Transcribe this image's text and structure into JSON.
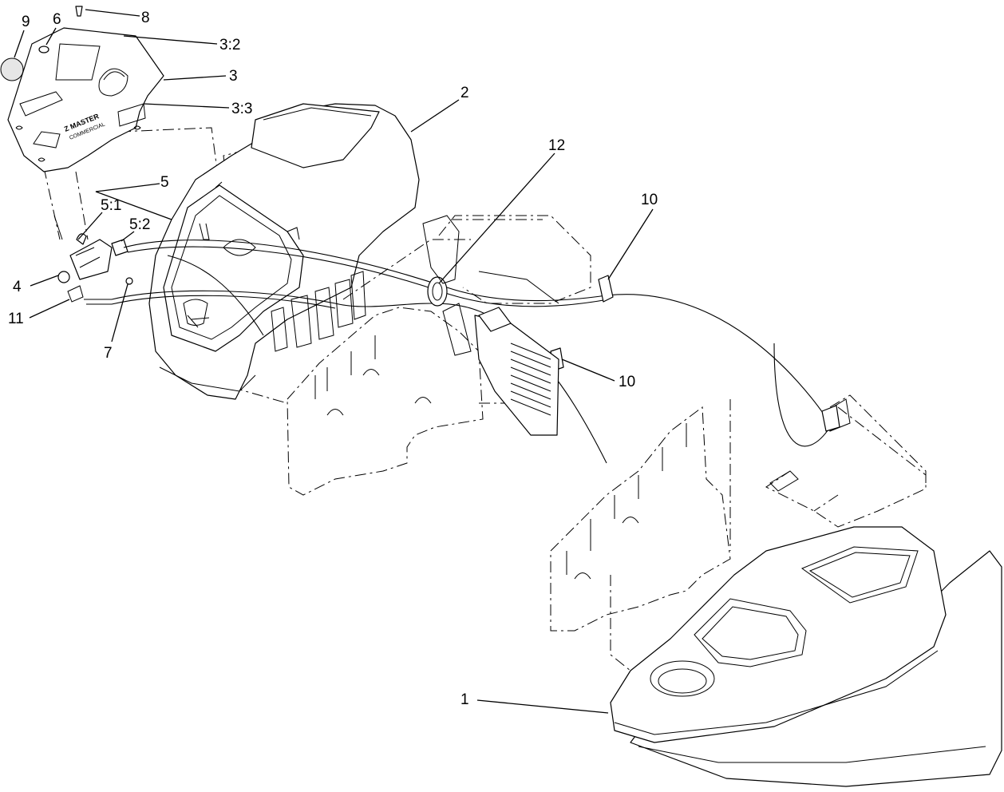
{
  "diagram": {
    "callouts": [
      {
        "id": "9",
        "label": "9"
      },
      {
        "id": "6",
        "label": "6"
      },
      {
        "id": "8",
        "label": "8"
      },
      {
        "id": "3_2",
        "label": "3:2"
      },
      {
        "id": "3",
        "label": "3"
      },
      {
        "id": "3_3",
        "label": "3:3"
      },
      {
        "id": "2",
        "label": "2"
      },
      {
        "id": "12",
        "label": "12"
      },
      {
        "id": "10a",
        "label": "10"
      },
      {
        "id": "5",
        "label": "5"
      },
      {
        "id": "5_1",
        "label": "5:1"
      },
      {
        "id": "5_2",
        "label": "5:2"
      },
      {
        "id": "4",
        "label": "4"
      },
      {
        "id": "11",
        "label": "11"
      },
      {
        "id": "7",
        "label": "7"
      },
      {
        "id": "10b",
        "label": "10"
      },
      {
        "id": "1",
        "label": "1"
      }
    ],
    "decal": {
      "brand_line1": "Z MASTER",
      "brand_line2": "COMMERCIAL"
    }
  }
}
